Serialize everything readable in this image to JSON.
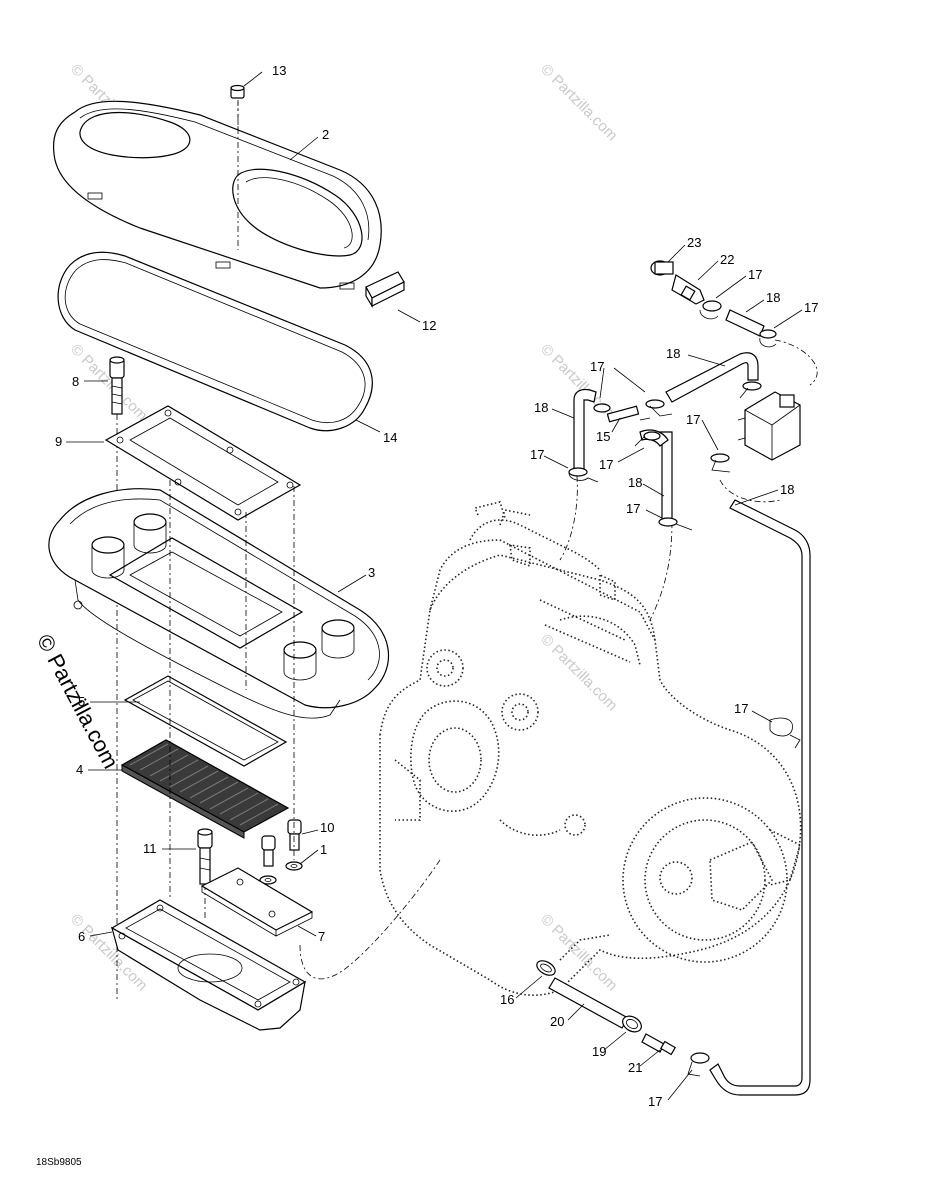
{
  "diagram": {
    "code": "18Sb9805",
    "watermark": "© Partzilla.com",
    "part_labels": [
      {
        "id": "13",
        "text": "13"
      },
      {
        "id": "2",
        "text": "2"
      },
      {
        "id": "12",
        "text": "12"
      },
      {
        "id": "14",
        "text": "14"
      },
      {
        "id": "8",
        "text": "8"
      },
      {
        "id": "9",
        "text": "9"
      },
      {
        "id": "3",
        "text": "3"
      },
      {
        "id": "5",
        "text": "5"
      },
      {
        "id": "4",
        "text": "4"
      },
      {
        "id": "11",
        "text": "11"
      },
      {
        "id": "10",
        "text": "10"
      },
      {
        "id": "1",
        "text": "1"
      },
      {
        "id": "7",
        "text": "7"
      },
      {
        "id": "6",
        "text": "6"
      },
      {
        "id": "23",
        "text": "23"
      },
      {
        "id": "22",
        "text": "22"
      },
      {
        "id": "17a",
        "text": "17"
      },
      {
        "id": "18a",
        "text": "18"
      },
      {
        "id": "17b",
        "text": "17"
      },
      {
        "id": "17c",
        "text": "17"
      },
      {
        "id": "18b",
        "text": "18"
      },
      {
        "id": "18c",
        "text": "18"
      },
      {
        "id": "15",
        "text": "15"
      },
      {
        "id": "17d",
        "text": "17"
      },
      {
        "id": "17e",
        "text": "17"
      },
      {
        "id": "17f",
        "text": "17"
      },
      {
        "id": "18d",
        "text": "18"
      },
      {
        "id": "18e",
        "text": "18"
      },
      {
        "id": "17g",
        "text": "17"
      },
      {
        "id": "17h",
        "text": "17"
      },
      {
        "id": "16",
        "text": "16"
      },
      {
        "id": "20",
        "text": "20"
      },
      {
        "id": "19",
        "text": "19"
      },
      {
        "id": "21",
        "text": "21"
      },
      {
        "id": "17i",
        "text": "17"
      }
    ]
  }
}
